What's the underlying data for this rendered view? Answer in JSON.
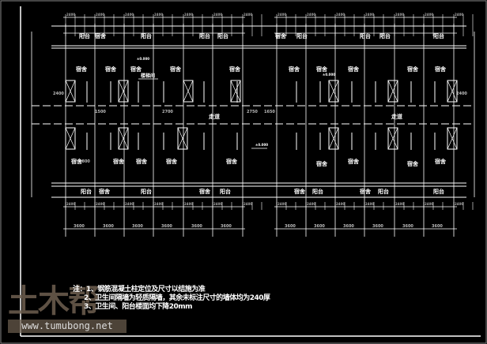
{
  "drawing": {
    "rooms": {
      "balcony": "阳台",
      "dorm": "宿舍",
      "corridor": "走道"
    },
    "dims": {
      "bay": "3600",
      "d1": "2750",
      "d2": "1650",
      "d3": "1800",
      "d4": "2700",
      "d5": "2400",
      "d6": "1500"
    },
    "levels": {
      "floor": "±0.000",
      "stair": "楼梯间"
    }
  },
  "notes": [
    "注：1、钢筋混凝土柱定位及尺寸以结施为准",
    "2、卫生间隔墙为轻质隔墙，其余未标注尺寸的墙体均为240厚",
    "3、卫生间、阳台楼面均下降20mm"
  ],
  "watermark": {
    "logo": "土木帮",
    "url": "www.tumubong.net"
  }
}
